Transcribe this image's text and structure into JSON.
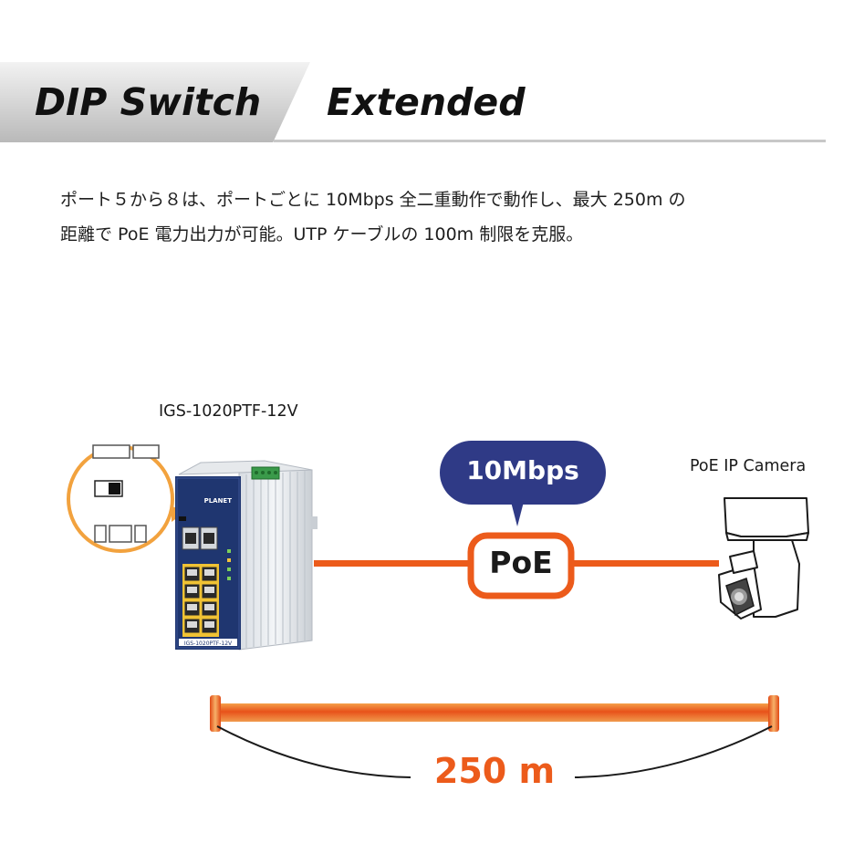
{
  "header": {
    "title_left": "DIP Switch",
    "title_right": "Extended"
  },
  "description": {
    "line1": "ポート５から８は、ポートごとに 10Mbps 全二重動作で動作し、最大 250m の",
    "line2": "距離で PoE 電力出力が可能。UTP ケーブルの 100m 制限を克服。"
  },
  "diagram": {
    "switch_model": "IGS-1020PTF-12V",
    "camera_label": "PoE IP Camera",
    "speed_bubble": "10Mbps",
    "link_label": "PoE",
    "distance": "250 m",
    "switch_brand": "PLANET",
    "switch_front_model": "IGS-1020PTF-12V"
  },
  "colors": {
    "accent_orange": "#ec5b1b",
    "bubble_navy": "#2f3a86",
    "switch_blue": "#1f3670"
  }
}
